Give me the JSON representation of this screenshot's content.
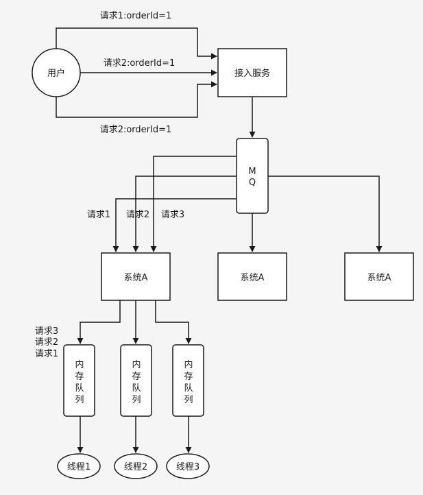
{
  "nodes": {
    "user": "用户",
    "access": "接入服务",
    "mq_line1": "M",
    "mq_line2": "Q",
    "sys1": "系统A",
    "sys2": "系统A",
    "sys3": "系统A",
    "queue_lines": [
      "内",
      "存",
      "队",
      "列"
    ],
    "thread1": "线程1",
    "thread2": "线程2",
    "thread3": "线程3"
  },
  "labels": {
    "req_top": "请求1:orderId=1",
    "req_mid": "请求2:orderId=1",
    "req_bot": "请求2:orderId=1",
    "mq_req1": "请求1",
    "mq_req2": "请求2",
    "mq_req3": "请求3",
    "queue_req3": "请求3",
    "queue_req2": "请求2",
    "queue_req1": "请求1"
  }
}
